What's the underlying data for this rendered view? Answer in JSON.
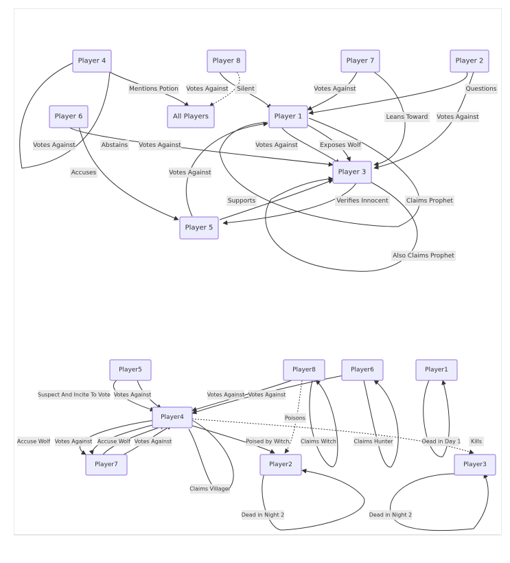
{
  "diagram_top": {
    "nodes": {
      "p4": "Player 4",
      "p8": "Player 8",
      "p7": "Player 7",
      "p2": "Player 2",
      "p6": "Player 6",
      "all": "All Players",
      "p1": "Player 1",
      "p3": "Player 3",
      "p5": "Player 5"
    },
    "edge_labels": {
      "mentions_potion": "Mentions Potion",
      "p8_votes_against": "Votes Against",
      "silent": "Silent",
      "p7_votes_against": "Votes Against",
      "questions": "Questions",
      "p6_votes_against": "Votes Against",
      "abstains": "Abstains",
      "p4_votes_against": "Votes Against",
      "leans_toward": "Leans Toward",
      "p2_votes_against": "Votes Against",
      "p1_votes_against": "Votes Against",
      "exposes_wolf": "Exposes Wolf",
      "accuses": "Accuses",
      "p5_votes_against": "Votes Against",
      "supports": "Supports",
      "verifies_innocent": "Verifies Innocent",
      "claims_prophet": "Claims Prophet",
      "also_claims_prophet": "Also Claims Prophet"
    }
  },
  "diagram_bottom": {
    "nodes": {
      "p5": "Player5",
      "p8": "Player8",
      "p6": "Player6",
      "p1": "Player1",
      "p4": "Player4",
      "p7": "Player7",
      "p2": "Player2",
      "p3": "Player3"
    },
    "edge_labels": {
      "suspect_incite": "Suspect And Incite To Vote",
      "p5_votes_against": "Votes Against",
      "p8_votes_against": "Votes Against",
      "p6_votes_against": "Votes Against",
      "poisons": "Poisons",
      "accuse_wolf_1": "Accuse Wolf",
      "votes_against_1": "Votes Against",
      "accuse_wolf_2": "Accuse Wolf",
      "votes_against_2": "Votes Against",
      "poised_by_witch": "Poised by Witch",
      "claims_witch": "Claims Witch",
      "claims_hunter": "Claims Hunter",
      "dead_day1": "Dead in Day 1",
      "kills": "Kills",
      "claims_villager": "Claims Villager",
      "dead_night2_a": "Dead in Night 2",
      "dead_night2_b": "Dead in Night 2"
    }
  }
}
